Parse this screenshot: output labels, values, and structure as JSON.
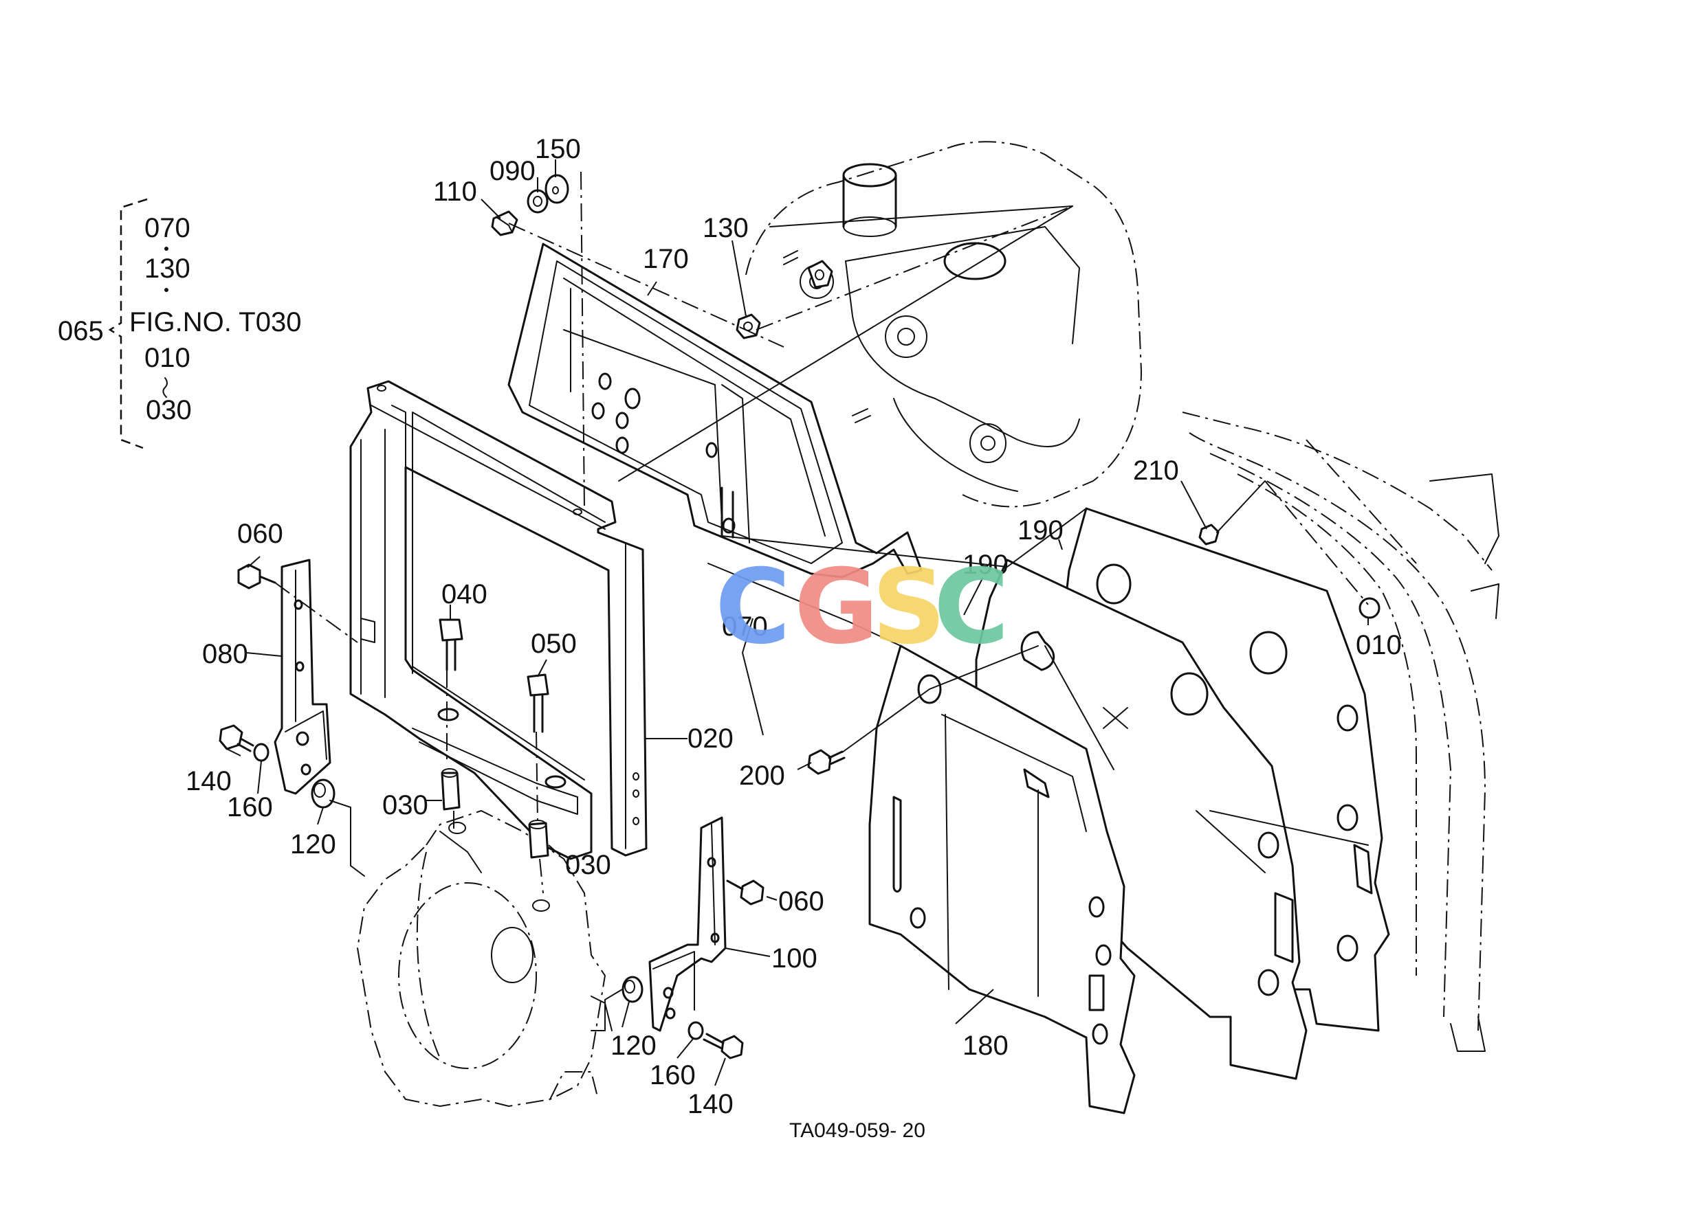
{
  "group_note": {
    "part": "065",
    "items": [
      "070",
      "130",
      "FIG.NO. T030",
      "010",
      "030"
    ]
  },
  "callouts": {
    "c010": "010",
    "c020": "020",
    "c030a": "030",
    "c030b": "030",
    "c040": "040",
    "c050": "050",
    "c060a": "060",
    "c060b": "060",
    "c070": "070",
    "c080": "080",
    "c090": "090",
    "c100": "100",
    "c110": "110",
    "c120a": "120",
    "c120b": "120",
    "c130": "130",
    "c140a": "140",
    "c140b": "140",
    "c150": "150",
    "c160a": "160",
    "c160b": "160",
    "c170": "170",
    "c180": "180",
    "c190a": "190",
    "c190b": "190",
    "c200": "200",
    "c210": "210"
  },
  "drawing_code": "TA049-059- 20",
  "watermark": {
    "letters": [
      "C",
      "G",
      "S",
      "C"
    ],
    "colors": [
      "#6d9cf0",
      "#f08c84",
      "#f7d466",
      "#6dc7a0"
    ]
  }
}
